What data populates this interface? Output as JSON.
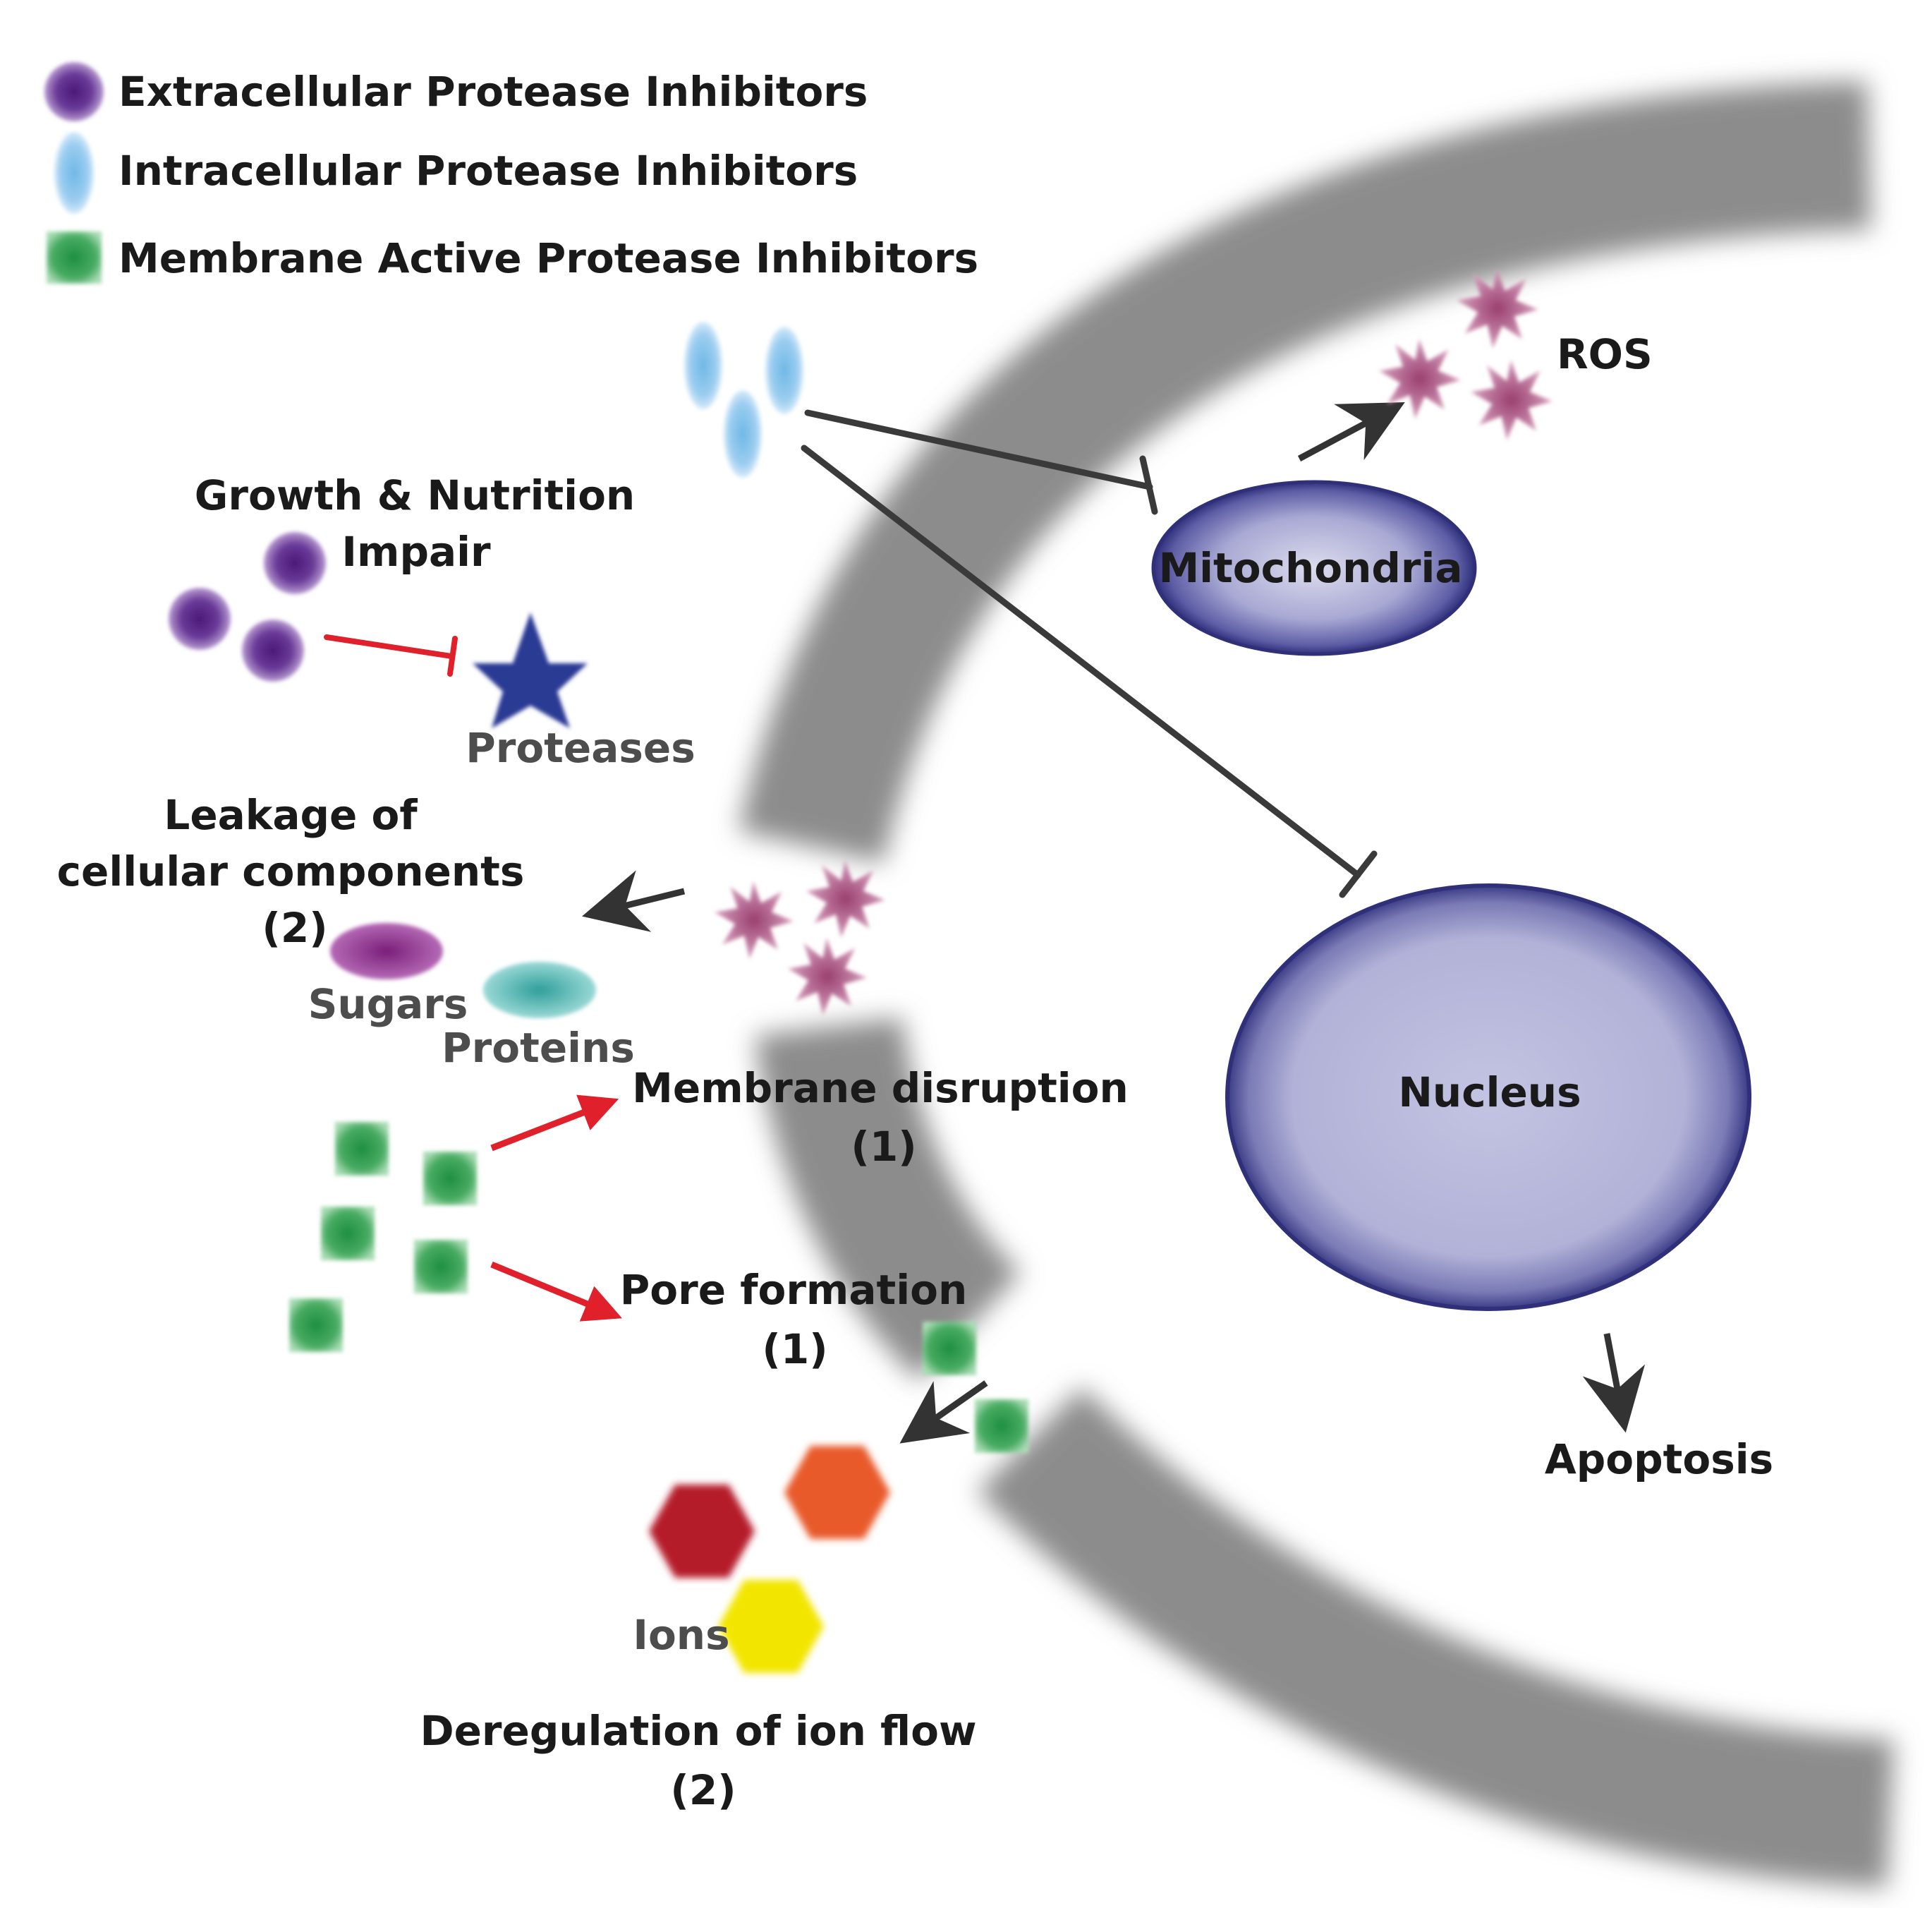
{
  "legend": {
    "items": [
      {
        "label": "Extracellular Protease Inhibitors",
        "icon": "purple-sphere-icon",
        "color": "#5b2a86"
      },
      {
        "label": "Intracellular Protease Inhibitors",
        "icon": "blue-oval-icon",
        "color": "#7fbfe8"
      },
      {
        "label": "Membrane Active Protease Inhibitors",
        "icon": "green-square-icon",
        "color": "#2e9e4f"
      }
    ]
  },
  "labels": {
    "ros": "ROS",
    "mitochondria": "Mitochondria",
    "nucleus": "Nucleus",
    "apoptosis": "Apoptosis",
    "growth_line1": "Growth & Nutrition",
    "growth_line2": "Impair",
    "proteases": "Proteases",
    "leakage_line1": "Leakage of",
    "leakage_line2": "cellular components",
    "leakage_line3": "(2)",
    "sugars": "Sugars",
    "proteins": "Proteins",
    "membrane_disruption": "Membrane disruption",
    "membrane_disruption_num": "(1)",
    "pore_formation": "Pore formation",
    "pore_formation_num": "(1)",
    "ions": "Ions",
    "deregulation": "Deregulation of ion flow",
    "deregulation_num": "(2)"
  },
  "colors": {
    "membrane": "#8a8a8a",
    "organelle_fill": "#b9b9dc",
    "organelle_stroke": "#2f2f7a",
    "inhibit_arrow": "#3a3a3a",
    "red_arrow": "#e0202a",
    "ros": "#b05a86",
    "protease_star": "#2b3a94",
    "sugars": "#8c2e8c",
    "proteins": "#46b3b0",
    "ion_red": "#b51f2a",
    "ion_orange": "#e85a2a",
    "ion_yellow": "#f2e600"
  }
}
